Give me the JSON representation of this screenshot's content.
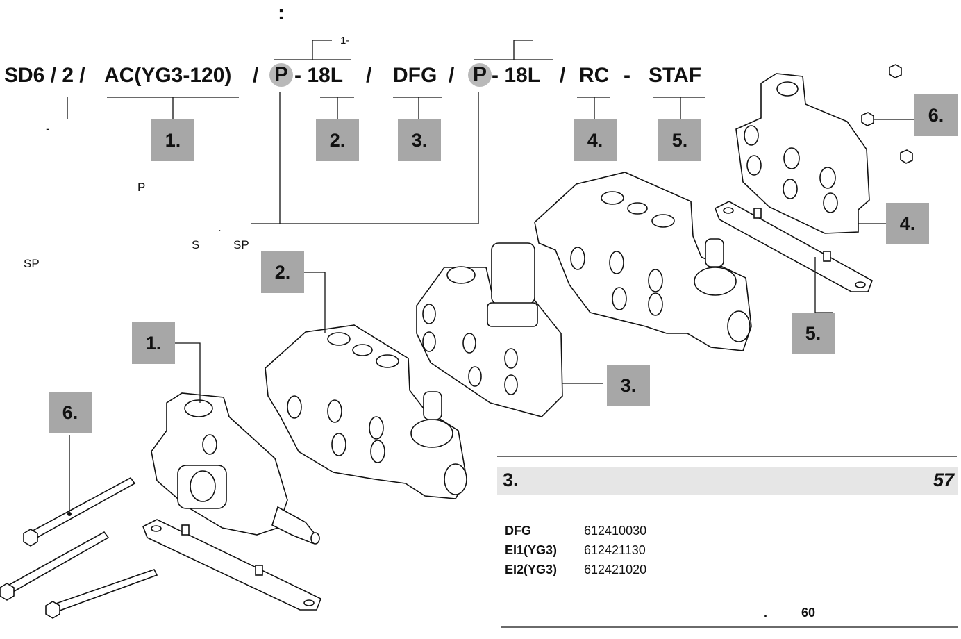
{
  "header": {
    "colon": ":"
  },
  "model_code": {
    "parts": {
      "series": "SD6 / 2 /",
      "inlet": "AC(YG3-120)",
      "slash1": "/",
      "p1": "P",
      "spool1": "- 18L",
      "slash2": "/",
      "divider": "DFG",
      "slash3": "/",
      "p2": "P",
      "spool2": "- 18L",
      "slash4": "/",
      "outlet": "RC",
      "dash": "-",
      "tie": "STAF"
    },
    "bracket_label_1": "1-",
    "small_dash": "-"
  },
  "notes": {
    "p_note": "P",
    "dot_note": ".",
    "s_note": "S",
    "sp_note_1": "SP",
    "sp_note_2": "SP"
  },
  "badges": {
    "top_1": "1.",
    "top_2": "2.",
    "top_3": "3.",
    "top_4": "4.",
    "top_5": "5.",
    "fig_6_right": "6.",
    "fig_4": "4.",
    "fig_5": "5.",
    "fig_2": "2.",
    "fig_1": "1.",
    "fig_6_left": "6.",
    "fig_3": "3."
  },
  "section": {
    "number": "3.",
    "page": "57",
    "parts": [
      {
        "name": "DFG",
        "code": "612410030"
      },
      {
        "name": "EI1(YG3)",
        "code": "612421130"
      },
      {
        "name": "EI2(YG3)",
        "code": "612421020"
      }
    ],
    "footer_dot": ".",
    "footer_page": "60"
  },
  "colors": {
    "badge": "#a7a7a7",
    "p_highlight": "#b9b9b9",
    "band": "#e6e6e6"
  }
}
